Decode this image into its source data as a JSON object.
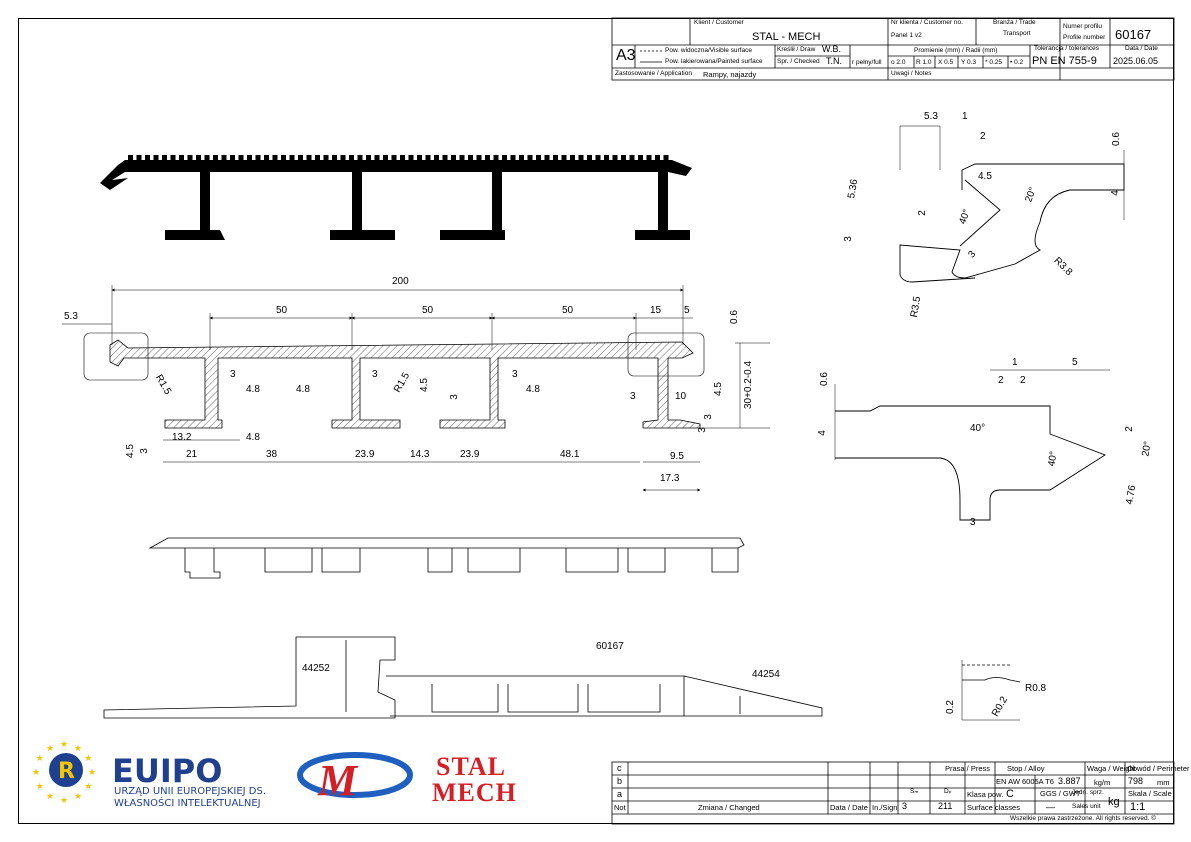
{
  "header": {
    "customer_label": "Klient / Customer",
    "customer": "STAL - MECH",
    "customer_no_label": "Nr klienta / Customer no.",
    "customer_no": "Panel 1 v2",
    "branch_label": "Branża / Trade",
    "branch": "Transport",
    "profile_no_label1": "Numer profilu",
    "profile_no_label2": "Profile number",
    "profile_no": "60167",
    "format": "A3",
    "visible_surface": "Pow. widoczna/Visible surface",
    "painted_surface": "Pow. lakierowana/Painted surface",
    "drawn_label": "Kreślił / Draw",
    "drawn": "W.B.",
    "checked_label": "Spr. / Checked",
    "checked": "T.N.",
    "radii_label": "Promienie (mm) / Radii (mm)",
    "radii_full": "r pełny/full",
    "r1": "o 2.0",
    "r2": "R 1.0",
    "r3": "X 0.5",
    "r4": "Y 0.3",
    "r5": "* 0.25",
    "r6": "• 0.2",
    "tolerance_label": "Tolerancja / tolerances",
    "tolerance": "PN EN 755-9",
    "date_label": "Data / Date",
    "date": "2025.06.05",
    "application_label": "Zastosowanie / Application",
    "application": "Rampy, najazdy",
    "notes_label": "Uwagi / Notes"
  },
  "dimensions": {
    "main": [
      "200",
      "5.3",
      "50",
      "50",
      "50",
      "15",
      "5",
      "0.6",
      "R1.5",
      "3",
      "3",
      "3",
      "4.8",
      "4.8",
      "R1.5",
      "4.8",
      "4.5",
      "3",
      "3",
      "13.2",
      "4.8",
      "4.5",
      "3",
      "21",
      "38",
      "23.9",
      "14.3",
      "23.9",
      "48.1",
      "9.5",
      "17.3",
      "3",
      "10",
      "4.5",
      "3",
      "30+0.2-0.4"
    ],
    "detail_top": [
      "5.3",
      "1",
      "2",
      "0.6",
      "4.5",
      "4",
      "5.36",
      "2",
      "40°",
      "20°",
      "3",
      "3",
      "R3.8",
      "R3.5"
    ],
    "detail_mid": [
      "1",
      "5",
      "2",
      "2",
      "0.6",
      "4",
      "40°",
      "2",
      "40°",
      "20°",
      "3",
      "4.76"
    ],
    "detail_small": [
      "R0.8",
      "R0.2",
      "0.2"
    ],
    "assembly": [
      "44252",
      "60167",
      "44254"
    ]
  },
  "revisions": {
    "rows": [
      "c",
      "b",
      "a"
    ],
    "not_label": "Not",
    "change_label": "Zmiana / Changed",
    "date_label": "Data / Date",
    "sign_label": "In./Sign"
  },
  "specs": {
    "s_label": "Sₘ",
    "s_value": "3",
    "d_label": "Dₚ",
    "d_value": "211",
    "press_label": "Prasa / Press",
    "alloy_label": "Stop / Alloy",
    "alloy": "EN AW 6005A T6",
    "weight_label": "Waga / Weight",
    "weight": "3.887",
    "weight_unit": "kg/m",
    "perimeter_label": "Obwód / Perimeter",
    "perimeter": "798",
    "perimeter_unit": "mm",
    "surface_class_label": "Klasa pow.",
    "surface_class": "C",
    "surface_classes_label": "Surface classes",
    "ggs_label": "GGS / GWT",
    "ggs": "—",
    "sales_unit_label1": "Jedn. sprz.",
    "sales_unit_label2": "Sales unit",
    "sales_unit": "kg",
    "scale_label": "Skala / Scale",
    "scale": "1:1",
    "rights": "Wszelkie prawa zastrzeżone. All rights reserved. ©"
  },
  "logos": {
    "euipo": "EUIPO",
    "euipo_sub1": "URZĄD UNII EUROPEJSKIEJ DS.",
    "euipo_sub2": "WŁASNOŚCI INTELEKTUALNEJ",
    "stal": "STAL",
    "mech": "MECH"
  }
}
